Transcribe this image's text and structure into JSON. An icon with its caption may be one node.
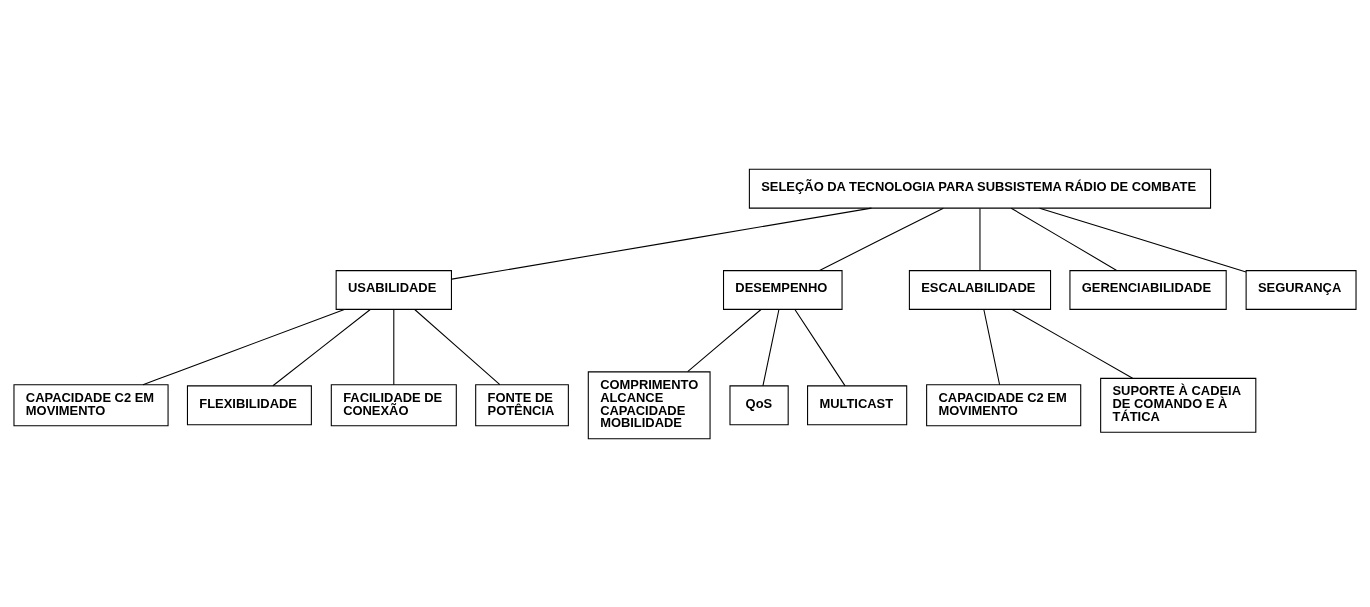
{
  "diagram": {
    "nodes": [
      {
        "text": [
          "SELEÇÃO DA TECNOLOGIA PARA SUBSISTEMA RÁDIO DE COMBATE"
        ]
      },
      {
        "text": [
          "USABILIDADE"
        ]
      },
      {
        "text": [
          "DESEMPENHO"
        ]
      },
      {
        "text": [
          "ESCALABILIDADE"
        ]
      },
      {
        "text": [
          "GERENCIABILIDADE"
        ]
      },
      {
        "text": [
          "SEGURANÇA"
        ]
      },
      {
        "text": [
          "CAPACIDADE C2 EM MOVIMENTO"
        ]
      },
      {
        "text": [
          "FLEXIBILIDADE"
        ]
      },
      {
        "text": [
          "FACILIDADE DE CONEXÃO"
        ]
      },
      {
        "text": [
          "FONTE DE POTÊNCIA"
        ]
      },
      {
        "text": [
          "COMPRIMENTO ALCANCE CAPACIDADE MOBILIDADE"
        ]
      },
      {
        "text": [
          "QoS"
        ]
      },
      {
        "text": [
          "MULTICAST"
        ]
      },
      {
        "text": [
          "CAPACIDADE C2 EM MOVIMENTO"
        ]
      },
      {
        "text": [
          "SUPORTE À CADEIA DE COMANDO E À TÁTICA"
        ]
      }
    ],
    "edges": [
      {
        "from": 0,
        "to": 1,
        "arrow": "none"
      },
      {
        "from": 0,
        "to": 2,
        "arrow": "none"
      },
      {
        "from": 0,
        "to": 3,
        "arrow": "none"
      },
      {
        "from": 0,
        "to": 4,
        "arrow": "none"
      },
      {
        "from": 0,
        "to": 5,
        "arrow": "none"
      },
      {
        "from": 1,
        "to": 6,
        "arrow": "none"
      },
      {
        "from": 1,
        "to": 7,
        "arrow": "none"
      },
      {
        "from": 1,
        "to": 8,
        "arrow": "none"
      },
      {
        "from": 1,
        "to": 9,
        "arrow": "none"
      },
      {
        "from": 2,
        "to": 10,
        "arrow": "none"
      },
      {
        "from": 2,
        "to": 11,
        "arrow": "none"
      },
      {
        "from": 2,
        "to": 12,
        "arrow": "none"
      },
      {
        "from": 3,
        "to": 13,
        "arrow": "none"
      },
      {
        "from": 3,
        "to": 14,
        "arrow": "none"
      }
    ]
  }
}
